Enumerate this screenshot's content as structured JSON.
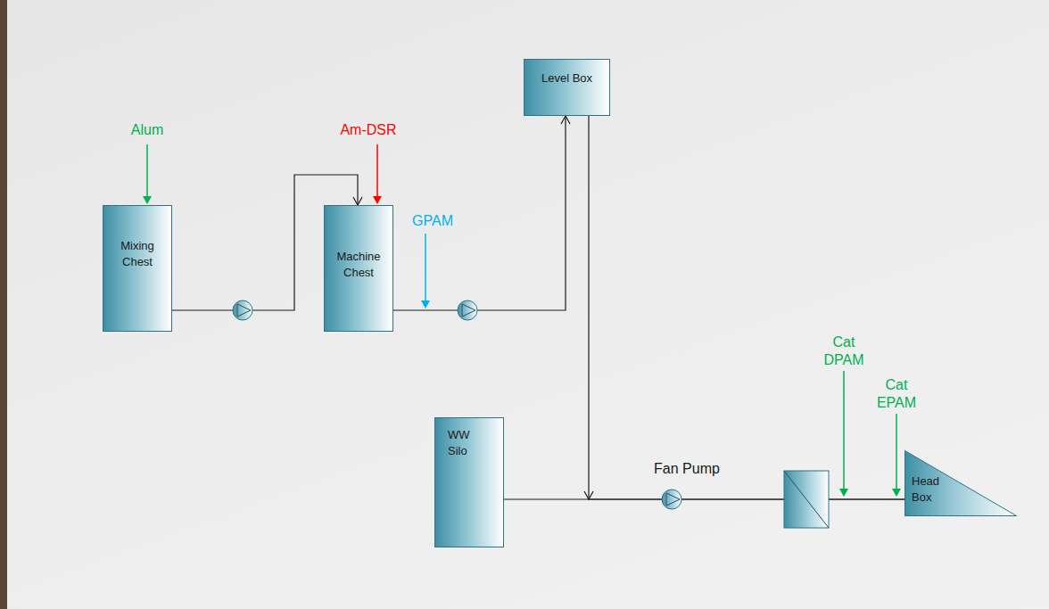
{
  "diagram": {
    "nodes": [
      {
        "text": [
          "Mixing Chest"
        ]
      },
      {
        "text": [
          "Machine Chest"
        ]
      },
      {
        "text": [
          "Level Box"
        ]
      },
      {
        "text": [
          "WW Silo"
        ]
      },
      {
        "text": [
          "Head Box"
        ]
      }
    ],
    "edges": [
      {
        "from": 0,
        "to": 1,
        "arrow": "to"
      },
      {
        "from": 1,
        "to": 2,
        "arrow": "to"
      },
      {
        "from": 2,
        "to": 4,
        "arrow": "to"
      },
      {
        "from": 3,
        "to": 4,
        "arrow": "none"
      }
    ],
    "labels": [
      "Alum",
      "Am-DSR",
      "GPAM",
      "Fan Pump",
      "Cat DPAM",
      "Cat EPAM"
    ]
  }
}
